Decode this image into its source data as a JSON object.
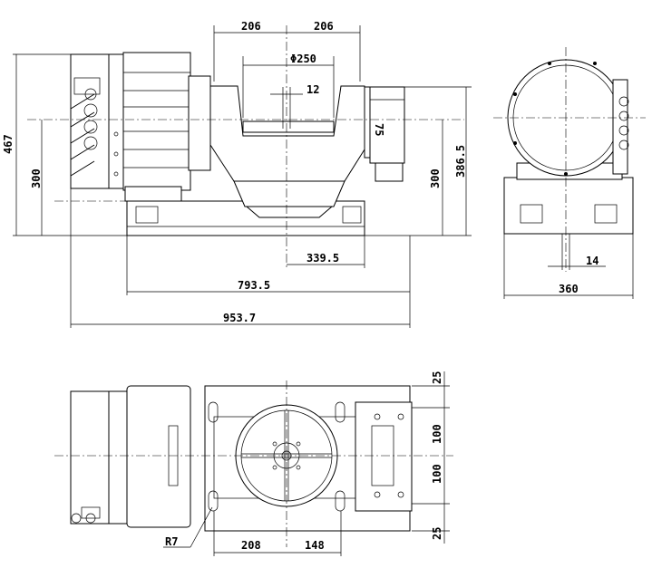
{
  "drawing": {
    "dimensions": {
      "d206_left": "206",
      "d206_right": "206",
      "phi250": "Φ250",
      "d12": "12",
      "d467": "467",
      "d300_left": "300",
      "d300_right": "300",
      "d386_5": "386.5",
      "d339_5": "339.5",
      "d793_5": "793.5",
      "d953_7": "953.7",
      "d14": "14",
      "d360": "360",
      "d25_top": "25",
      "d100_a": "100",
      "d100_b": "100",
      "d25_bottom": "25",
      "d208": "208",
      "d148": "148",
      "r7": "R7",
      "scale_mark": "75"
    }
  }
}
